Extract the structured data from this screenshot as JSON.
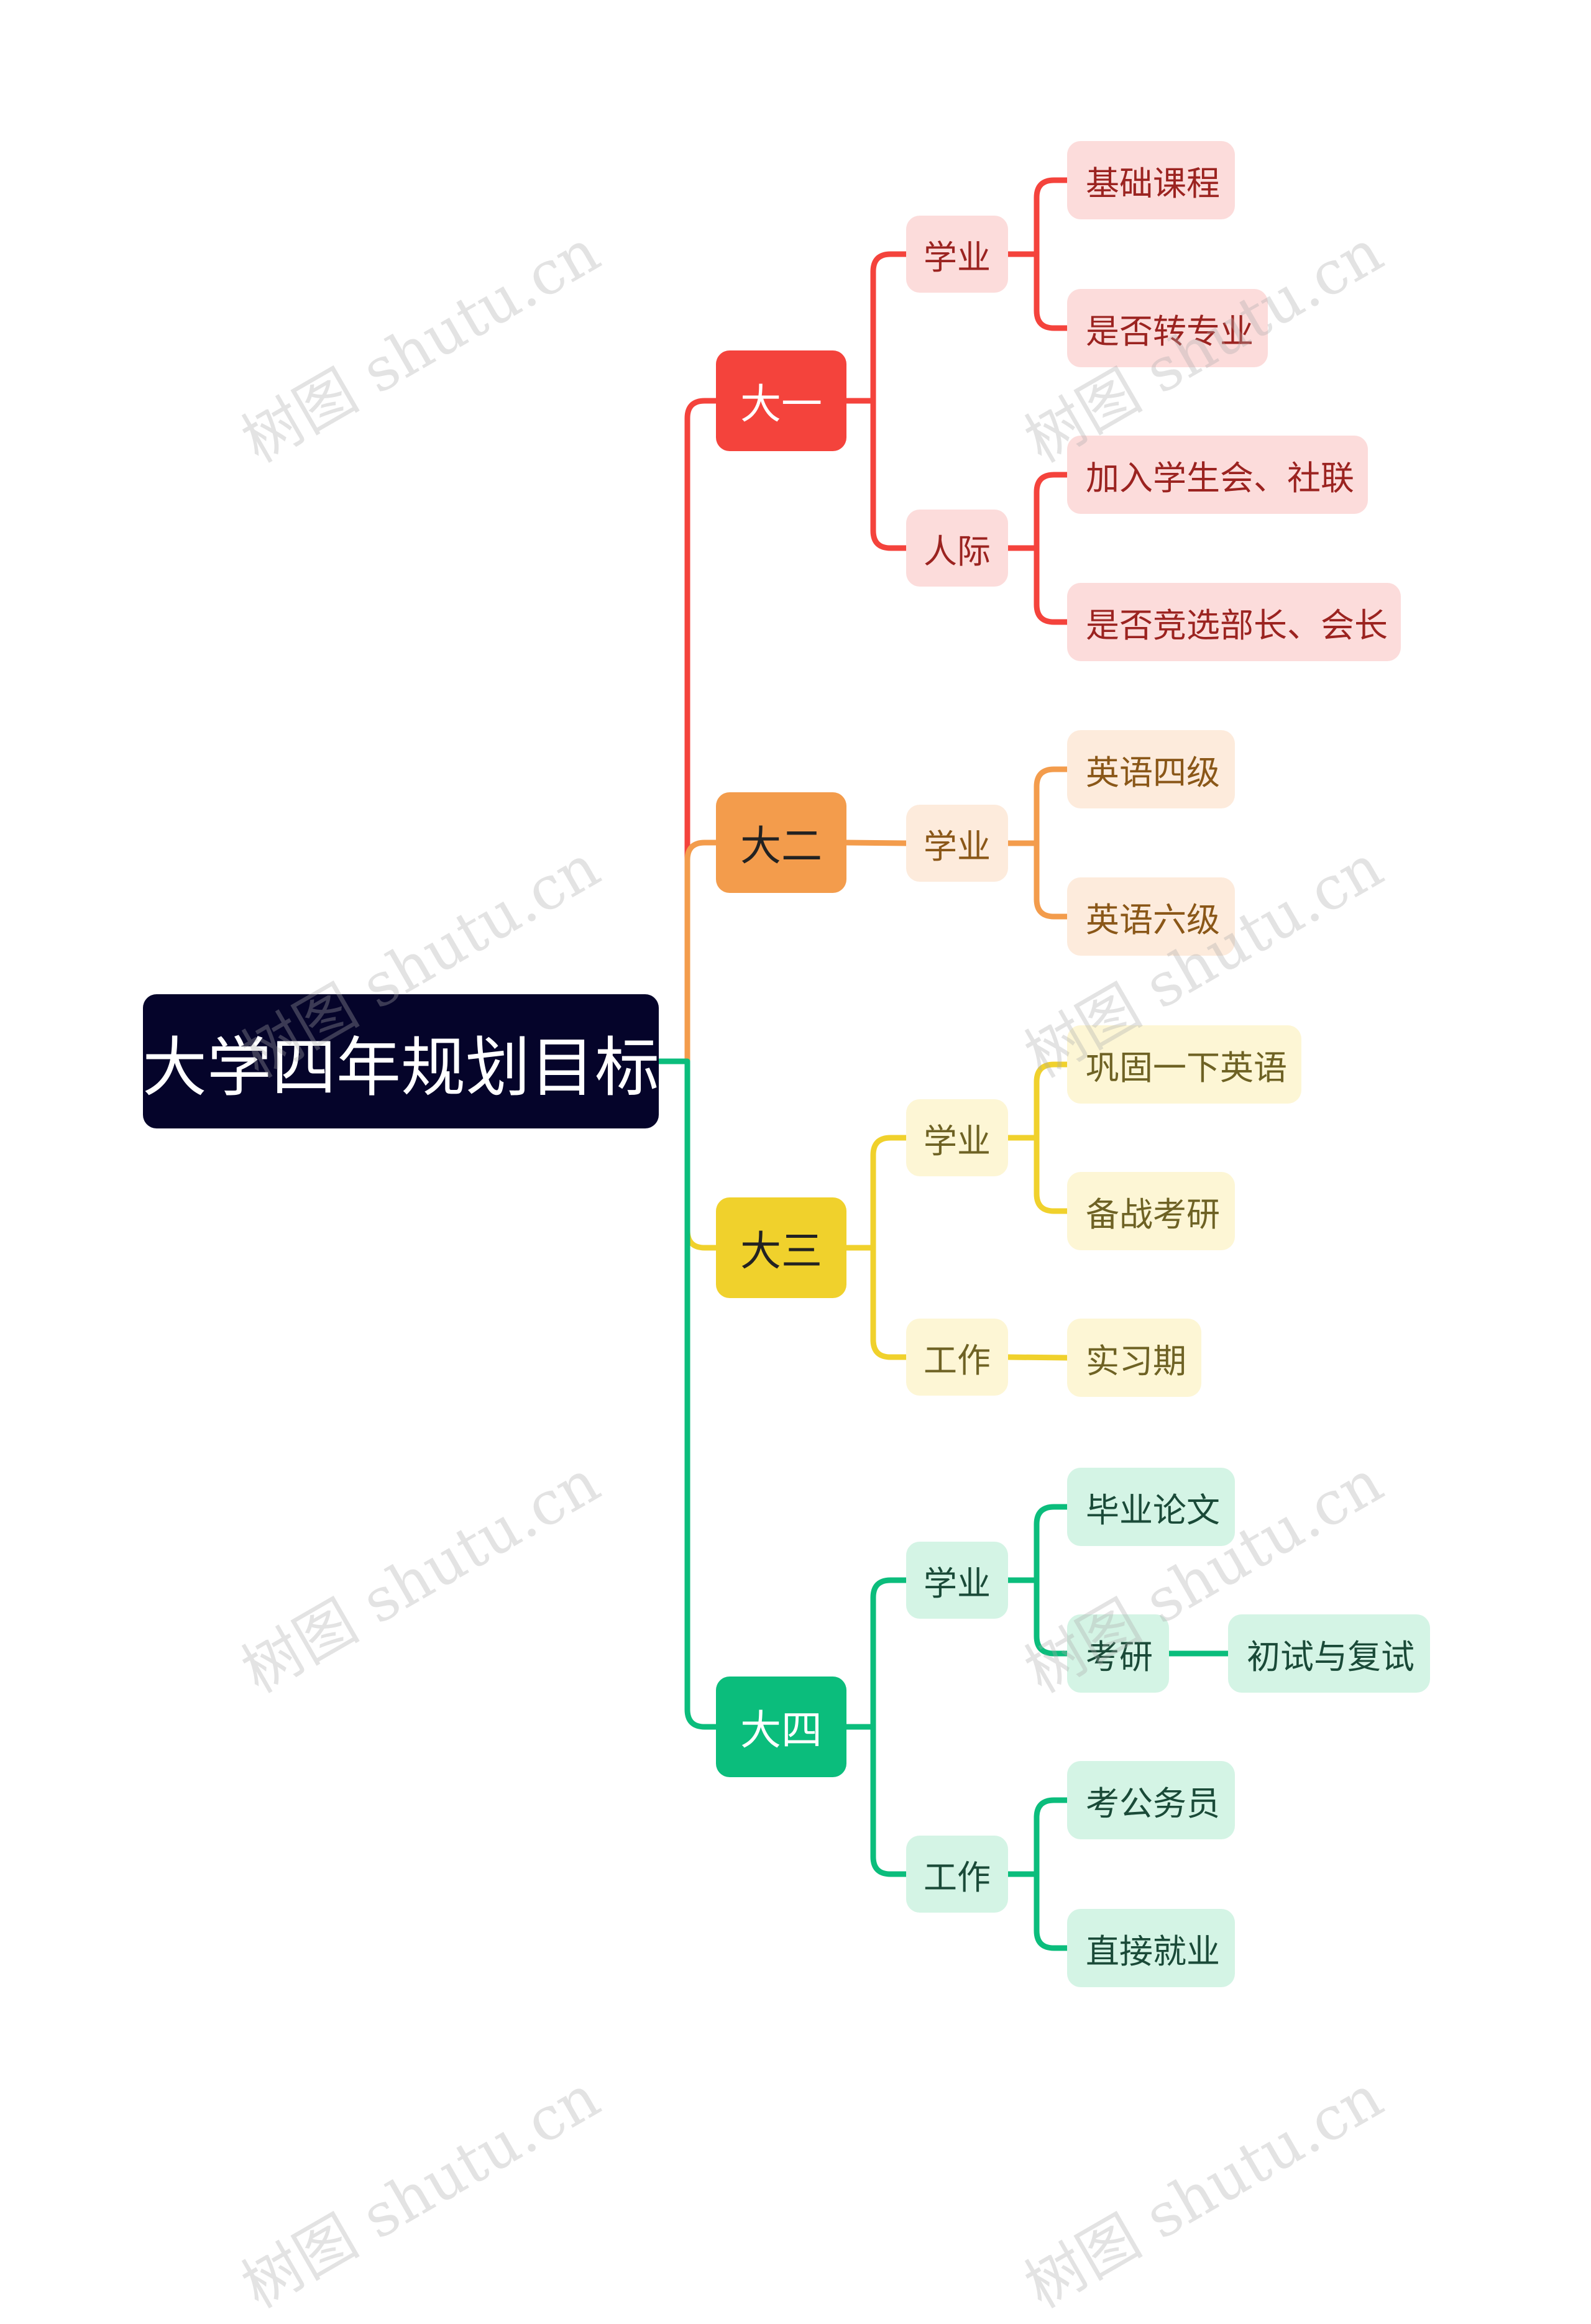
{
  "root": {
    "label": "大学四年规划目标"
  },
  "colors": {
    "year1": {
      "main": "#f4433c",
      "light": "#fcdcdb",
      "text": "#9b2320"
    },
    "year2": {
      "main": "#f39c4c",
      "light": "#fdebdc",
      "text": "#8a5718"
    },
    "year3": {
      "main": "#f0d12c",
      "light": "#fdf6d5",
      "text": "#6e6224"
    },
    "year4": {
      "main": "#0bbd7c",
      "light": "#d4f4e5",
      "text": "#1a4a38"
    }
  },
  "years": [
    {
      "label": "大一",
      "groups": [
        {
          "label": "学业",
          "items": [
            {
              "label": "基础课程"
            },
            {
              "label": "是否转专业"
            }
          ]
        },
        {
          "label": "人际",
          "items": [
            {
              "label": "加入学生会、社联"
            },
            {
              "label": "是否竞选部长、会长"
            }
          ]
        }
      ]
    },
    {
      "label": "大二",
      "groups": [
        {
          "label": "学业",
          "items": [
            {
              "label": "英语四级"
            },
            {
              "label": "英语六级"
            }
          ]
        }
      ]
    },
    {
      "label": "大三",
      "groups": [
        {
          "label": "学业",
          "items": [
            {
              "label": "巩固一下英语"
            },
            {
              "label": "备战考研"
            }
          ]
        },
        {
          "label": "工作",
          "items": [
            {
              "label": "实习期"
            }
          ]
        }
      ]
    },
    {
      "label": "大四",
      "groups": [
        {
          "label": "学业",
          "items": [
            {
              "label": "毕业论文"
            },
            {
              "label": "考研",
              "children": [
                {
                  "label": "初试与复试"
                }
              ]
            }
          ]
        },
        {
          "label": "工作",
          "items": [
            {
              "label": "考公务员"
            },
            {
              "label": "直接就业"
            }
          ]
        }
      ]
    }
  ],
  "watermark": {
    "text": "树图 shutu.cn"
  }
}
